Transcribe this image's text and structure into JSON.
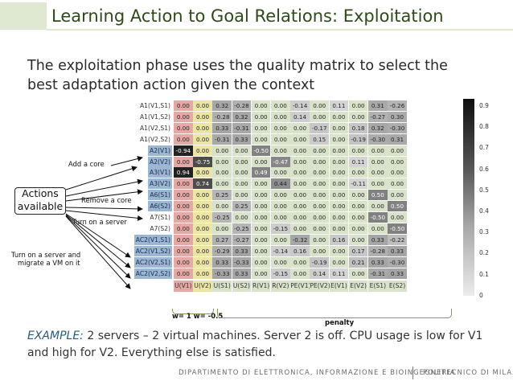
{
  "header": {
    "title": "Learning Action to Goal Relations: Exploitation"
  },
  "subtitle": "The exploitation phase uses the quality matrix to select the best adaptation action given the context",
  "matrix": {
    "row_labels": [
      "A1(V1,S1)",
      "A1(V1,S2)",
      "A1(V2,S1)",
      "A1(V2,S2)",
      "A2(V1)",
      "A2(V2)",
      "A3(V1)",
      "A3(V2)",
      "A6(S1)",
      "A6(S2)",
      "A7(S1)",
      "A7(S2)",
      "AC2(V1,S1)",
      "AC2(V1,S2)",
      "AC2(V2,S1)",
      "AC2(V2,S2)"
    ],
    "highlighted_rows": [
      4,
      5,
      6,
      7,
      8,
      9,
      12,
      13,
      14,
      15
    ],
    "col_labels": [
      "U(V1)",
      "U(V2)",
      "U(S1)",
      "U(S2)",
      "R(V1)",
      "R(V2)",
      "PE(V1)",
      "PE(V2)",
      "E(V1)",
      "E(V2)",
      "E(S1)",
      "E(S2)"
    ],
    "col_colors": [
      "#e4a9a4",
      "#ece5a4",
      "#d8e3c9",
      "#d8e3c9",
      "#d8e3c9",
      "#d8e3c9",
      "#d8e3c9",
      "#d8e3c9",
      "#d8e3c9",
      "#d8e3c9",
      "#d8e3c9",
      "#d8e3c9"
    ],
    "values": [
      [
        "0.00",
        "0.00",
        "0.32",
        "-0.28",
        "0.00",
        "0.00",
        "-0.14",
        "0.00",
        "0.11",
        "0.00",
        "0.31",
        "-0.26"
      ],
      [
        "0.00",
        "0.00",
        "-0.28",
        "0.32",
        "0.00",
        "0.00",
        "0.14",
        "0.00",
        "0.00",
        "0.00",
        "-0.27",
        "0.30"
      ],
      [
        "0.00",
        "0.00",
        "0.33",
        "-0.31",
        "0.00",
        "0.00",
        "0.00",
        "-0.17",
        "0.00",
        "0.18",
        "0.32",
        "-0.30"
      ],
      [
        "0.00",
        "0.00",
        "-0.31",
        "0.33",
        "0.00",
        "0.00",
        "0.00",
        "0.15",
        "0.00",
        "-0.19",
        "-0.30",
        "0.31"
      ],
      [
        "-0.94",
        "0.00",
        "0.00",
        "0.00",
        "-0.50",
        "0.00",
        "0.00",
        "0.00",
        "0.00",
        "0.00",
        "0.00",
        "0.00"
      ],
      [
        "0.00",
        "-0.75",
        "0.00",
        "0.00",
        "0.00",
        "-0.47",
        "0.00",
        "0.00",
        "0.00",
        "0.11",
        "0.00",
        "0.00"
      ],
      [
        "0.94",
        "0.00",
        "0.00",
        "0.00",
        "0.49",
        "0.00",
        "0.00",
        "0.00",
        "0.00",
        "0.00",
        "0.00",
        "0.00"
      ],
      [
        "0.00",
        "0.74",
        "0.00",
        "0.00",
        "0.00",
        "0.44",
        "0.00",
        "0.00",
        "0.00",
        "-0.11",
        "0.00",
        "0.00"
      ],
      [
        "0.00",
        "0.00",
        "0.25",
        "0.00",
        "0.00",
        "0.00",
        "0.00",
        "0.00",
        "0.00",
        "0.00",
        "0.50",
        "0.00"
      ],
      [
        "0.00",
        "0.00",
        "0.00",
        "0.25",
        "0.00",
        "0.00",
        "0.00",
        "0.00",
        "0.00",
        "0.00",
        "0.00",
        "0.50"
      ],
      [
        "0.00",
        "0.00",
        "-0.25",
        "0.00",
        "0.00",
        "0.00",
        "0.00",
        "0.00",
        "0.00",
        "0.00",
        "-0.50",
        "0.00"
      ],
      [
        "0.00",
        "0.00",
        "0.00",
        "-0.25",
        "0.00",
        "-0.15",
        "0.00",
        "0.00",
        "0.00",
        "0.00",
        "0.00",
        "-0.50"
      ],
      [
        "0.00",
        "0.00",
        "0.27",
        "-0.27",
        "0.00",
        "0.00",
        "-0.32",
        "0.00",
        "0.16",
        "0.00",
        "0.33",
        "-0.22"
      ],
      [
        "0.00",
        "0.00",
        "-0.29",
        "0.33",
        "0.00",
        "-0.14",
        "0.16",
        "0.00",
        "0.00",
        "0.17",
        "-0.28",
        "0.33"
      ],
      [
        "0.00",
        "0.00",
        "0.33",
        "-0.33",
        "0.00",
        "0.00",
        "0.00",
        "-0.19",
        "0.00",
        "0.21",
        "0.33",
        "-0.30"
      ],
      [
        "0.00",
        "0.00",
        "-0.33",
        "0.33",
        "0.00",
        "-0.15",
        "0.00",
        "0.14",
        "0.11",
        "0.00",
        "-0.31",
        "0.33"
      ]
    ],
    "weights_note": "w= 1 w= -0.5",
    "penalty_label": "penalty"
  },
  "colorbar": {
    "ticks": [
      "0.9",
      "0.8",
      "0.7",
      "0.6",
      "0.5",
      "0.4",
      "0.3",
      "0.2",
      "0.1",
      "0"
    ]
  },
  "annotations": {
    "actions_available": "Actions available",
    "add_core": "Add a core",
    "remove_core": "Remove a core",
    "turn_on_server": "Turn on a server",
    "turn_on_migrate_line1": "Turn on a server and",
    "turn_on_migrate_line2": "migrate a VM on it"
  },
  "example": {
    "tag": "EXAMPLE:",
    "text": " 2 servers – 2 virtual machines. Server 2 is off. CPU usage is low for V1 and high for V2. Everything else is satisfied."
  },
  "footer": {
    "department": "DIPARTIMENTO DI ELETTRONICA, INFORMAZIONE E BIOINGEGNERIA",
    "university": "POLITECNICO DI MILANO"
  }
}
